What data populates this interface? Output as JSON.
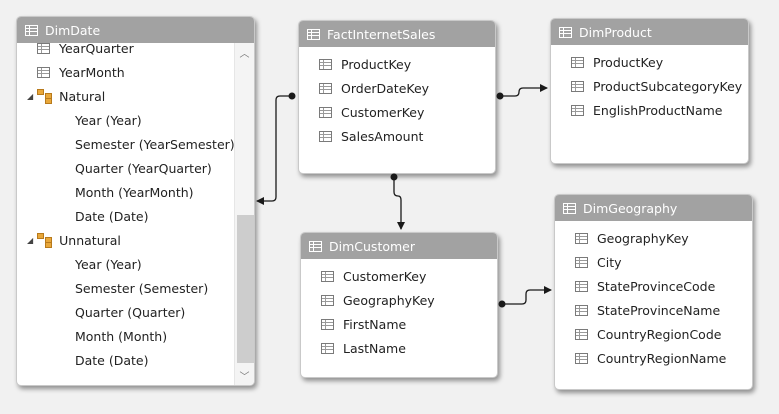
{
  "tables": {
    "dimdate": {
      "title": "DimDate",
      "fields": [
        "YearQuarter",
        "YearMonth"
      ],
      "hierarchies": [
        {
          "name": "Natural",
          "levels": [
            "Year (Year)",
            "Semester (YearSemester)",
            "Quarter (YearQuarter)",
            "Month (YearMonth)",
            "Date (Date)"
          ]
        },
        {
          "name": "Unnatural",
          "levels": [
            "Year (Year)",
            "Semester (Semester)",
            "Quarter (Quarter)",
            "Month (Month)",
            "Date (Date)"
          ]
        }
      ]
    },
    "factinternetsales": {
      "title": "FactInternetSales",
      "fields": [
        "ProductKey",
        "OrderDateKey",
        "CustomerKey",
        "SalesAmount"
      ]
    },
    "dimproduct": {
      "title": "DimProduct",
      "fields": [
        "ProductKey",
        "ProductSubcategoryKey",
        "EnglishProductName"
      ]
    },
    "dimcustomer": {
      "title": "DimCustomer",
      "fields": [
        "CustomerKey",
        "GeographyKey",
        "FirstName",
        "LastName"
      ]
    },
    "dimgeography": {
      "title": "DimGeography",
      "fields": [
        "GeographyKey",
        "City",
        "StateProvinceCode",
        "StateProvinceName",
        "CountryRegionCode",
        "CountryRegionName"
      ]
    }
  },
  "icons": {
    "table": "table-grid-icon",
    "column": "column-icon",
    "hierarchy": "hierarchy-icon",
    "expand": "expanded-triangle-icon",
    "scroll_up": "chevron-up-icon",
    "scroll_down": "chevron-down-icon"
  },
  "colors": {
    "header": "#a2a2a2",
    "connector": "#1a1a1a",
    "background": "#f1f1f1"
  }
}
